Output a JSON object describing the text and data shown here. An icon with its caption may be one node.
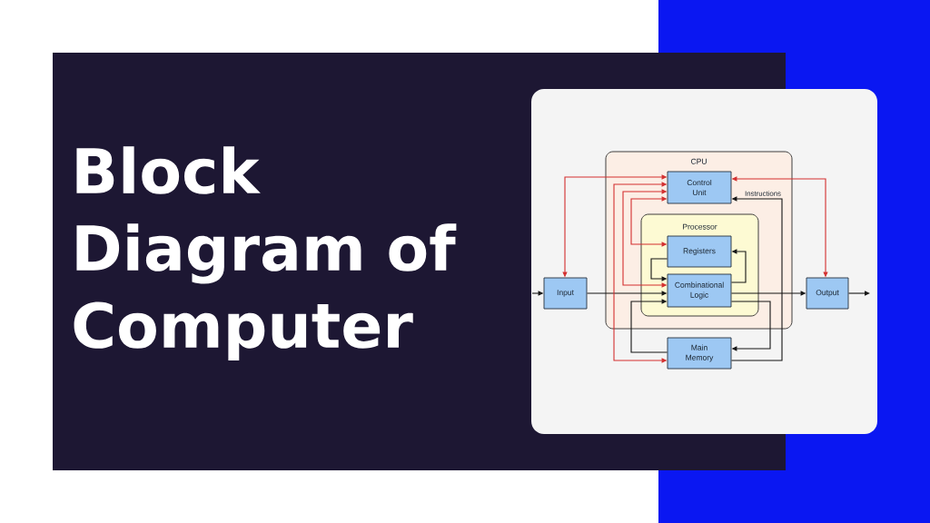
{
  "diagram": {
    "title": "Block Diagram of Computer",
    "nodes": [
      {
        "text": [
          "CPU"
        ]
      },
      {
        "text": [
          "Control Unit"
        ],
        "in": 0
      },
      {
        "text": [
          "Processor"
        ],
        "in": 0
      },
      {
        "text": [
          "Registers"
        ],
        "in": 2
      },
      {
        "text": [
          "Combinational Logic"
        ],
        "in": 2
      },
      {
        "text": [
          "Input"
        ]
      },
      {
        "text": [
          "Output"
        ]
      },
      {
        "text": [
          "Main Memory"
        ]
      }
    ],
    "edges": [
      {
        "from": null,
        "to": 5,
        "arrow": "to"
      },
      {
        "from": 5,
        "to": 4,
        "arrow": "to"
      },
      {
        "from": 4,
        "to": 6,
        "arrow": "to"
      },
      {
        "from": 6,
        "to": null,
        "arrow": "to"
      },
      {
        "from": 4,
        "to": 3,
        "arrow": "to"
      },
      {
        "from": 3,
        "to": 4,
        "arrow": "to"
      },
      {
        "from": 4,
        "to": 7,
        "arrow": "to"
      },
      {
        "from": 7,
        "to": 4,
        "arrow": "to"
      },
      {
        "from": 7,
        "to": 1,
        "arrow": "to",
        "label": "Instructions"
      },
      {
        "from": 1,
        "to": 5,
        "arrow": "both",
        "color": "#d32f2f"
      },
      {
        "from": 1,
        "to": 7,
        "arrow": "both",
        "color": "#d32f2f"
      },
      {
        "from": 1,
        "to": 4,
        "arrow": "both",
        "color": "#d32f2f"
      },
      {
        "from": 1,
        "to": 3,
        "arrow": "both",
        "color": "#d32f2f"
      },
      {
        "from": 1,
        "to": 6,
        "arrow": "both",
        "color": "#d32f2f"
      }
    ]
  }
}
